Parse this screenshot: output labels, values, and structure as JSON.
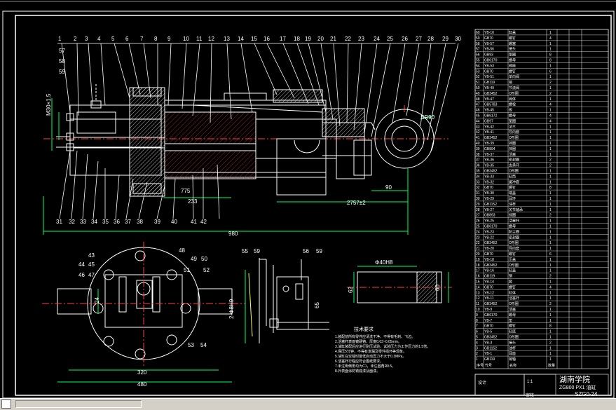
{
  "partNumbersTop": [
    "1",
    "2",
    "3",
    "4",
    "5",
    "6",
    "7",
    "8",
    "9",
    "10",
    "11",
    "12",
    "13",
    "14",
    "15",
    "16",
    "17",
    "18",
    "19",
    "20",
    "21",
    "22",
    "23",
    "24",
    "25",
    "26",
    "27",
    "28",
    "29",
    "30"
  ],
  "partNumbersLeft": [
    "57",
    "58",
    "59"
  ],
  "partNumbersBottom": [
    "31",
    "32",
    "33",
    "34",
    "35",
    "36",
    "37",
    "38",
    "39",
    "40",
    "41",
    "42"
  ],
  "dims": {
    "sr": "SR90",
    "overall": "980",
    "stroke": "2757±2",
    "d233": "233",
    "d775": "775",
    "d90": "90",
    "w480": "480",
    "w320": "320",
    "d24": "24",
    "h62": "62",
    "phi40": "Φ40H8",
    "m30": "M30×1.5",
    "phi2": "2-Φ8H9",
    "d65": "65",
    "d60": "60"
  },
  "flangeLabels": [
    "43",
    "44",
    "45",
    "46",
    "47",
    "48",
    "49",
    "50",
    "51",
    "52",
    "53",
    "54"
  ],
  "sideLabels": [
    "55",
    "59",
    "56",
    "59"
  ],
  "techTitle": "技术要求",
  "techLines": [
    "1.装配前所有零件应清洗干净，不得有毛刺、飞边。",
    "2.活塞杆表面镀硬铬，厚度0.03~0.05mm。",
    "3.油缸装配后应进行耐压试验，试验压力为工作压力的1.5倍。",
    "4.保压5分钟，不得有渗漏及零件损坏等现象。",
    "5.油缸在空载时最低启动压力不大于0.3MPa。",
    "6.活塞杆行程应符合图纸要求。",
    "7.未注明倒角均为C1，未注圆角R0.5。",
    "8.外表面涂防锈底漆及面漆。"
  ],
  "bom": {
    "rows": [
      [
        "60",
        "YB-10",
        "缸盖",
        "1"
      ],
      [
        "59",
        "GB70",
        "螺钉",
        "4"
      ],
      [
        "58",
        "YB-57",
        "螺塞",
        "1"
      ],
      [
        "57",
        "YB-56",
        "接头",
        "1"
      ],
      [
        "56",
        "GB93",
        "垫圈",
        "8"
      ],
      [
        "55",
        "GB6170",
        "螺母",
        "8"
      ],
      [
        "54",
        "YB-53",
        "阀座",
        "1"
      ],
      [
        "53",
        "GB70",
        "螺钉",
        "6"
      ],
      [
        "52",
        "YB-51",
        "单向阀",
        "1"
      ],
      [
        "51",
        "GB119",
        "销",
        "2"
      ],
      [
        "50",
        "YB-49",
        "节流阀",
        "1"
      ],
      [
        "49",
        "GB3452",
        "O形圈",
        "2"
      ],
      [
        "48",
        "YB-47",
        "阀体",
        "1"
      ],
      [
        "47",
        "GB5783",
        "螺栓",
        "4"
      ],
      [
        "46",
        "YB-45",
        "板",
        "1"
      ],
      [
        "45",
        "GB6172",
        "螺母",
        "4"
      ],
      [
        "44",
        "GB97",
        "垫圈",
        "4"
      ],
      [
        "43",
        "YB-42",
        "法兰",
        "1"
      ],
      [
        "42",
        "YB-41",
        "导向套",
        "1"
      ],
      [
        "41",
        "GB3452",
        "O形圈",
        "1"
      ],
      [
        "40",
        "YB-39",
        "挡圈",
        "1"
      ],
      [
        "39",
        "GB894",
        "挡圈",
        "1"
      ],
      [
        "38",
        "YB-37",
        "活塞",
        "1"
      ],
      [
        "37",
        "YB-36",
        "密封圈",
        "2"
      ],
      [
        "36",
        "YB-35",
        "支承环",
        "2"
      ],
      [
        "35",
        "GB3452",
        "O形圈",
        "1"
      ],
      [
        "34",
        "YB-33",
        "缸筒",
        "1"
      ],
      [
        "33",
        "YB-32",
        "缓冲套",
        "1"
      ],
      [
        "32",
        "GB70",
        "螺钉",
        "8"
      ],
      [
        "31",
        "YB-30",
        "端盖",
        "1"
      ],
      [
        "30",
        "YB-29",
        "耳环",
        "1"
      ],
      [
        "29",
        "GB1152",
        "油杯",
        "1"
      ],
      [
        "28",
        "YB-27",
        "关节轴承",
        "1"
      ],
      [
        "27",
        "GB893",
        "挡圈",
        "2"
      ],
      [
        "26",
        "YB-25",
        "活塞杆",
        "1"
      ],
      [
        "25",
        "GB6170",
        "螺母",
        "1"
      ],
      [
        "24",
        "YB-23",
        "防尘圈",
        "1"
      ],
      [
        "23",
        "YB-22",
        "密封圈",
        "1"
      ],
      [
        "22",
        "GB3452",
        "O形圈",
        "1"
      ],
      [
        "21",
        "YB-20",
        "导向套",
        "1"
      ],
      [
        "20",
        "GB70",
        "螺钉",
        "6"
      ],
      [
        "19",
        "YB-18",
        "压盖",
        "1"
      ],
      [
        "18",
        "GB3452",
        "O形圈",
        "1"
      ],
      [
        "17",
        "YB-16",
        "缸盖",
        "1"
      ],
      [
        "16",
        "GB119",
        "销",
        "2"
      ],
      [
        "15",
        "YB-14",
        "套",
        "1"
      ],
      [
        "14",
        "GB70",
        "螺钉",
        "4"
      ],
      [
        "13",
        "YB-12",
        "缸体",
        "1"
      ],
      [
        "12",
        "YB-11",
        "活塞杆",
        "1"
      ],
      [
        "11",
        "GB3452",
        "O形圈",
        "2"
      ],
      [
        "10",
        "YB-9",
        "活塞",
        "1"
      ],
      [
        "9",
        "GB6170",
        "螺母",
        "1"
      ],
      [
        "8",
        "YB-7",
        "垫",
        "1"
      ],
      [
        "7",
        "GB70",
        "螺钉",
        "8"
      ],
      [
        "6",
        "YB-5",
        "缸底",
        "1"
      ],
      [
        "5",
        "GB3452",
        "O形圈",
        "1"
      ],
      [
        "4",
        "YB-3",
        "接头",
        "2"
      ],
      [
        "3",
        "GB1152",
        "油杯",
        "1"
      ],
      [
        "2",
        "YB-1",
        "耳座",
        "1"
      ],
      [
        "1",
        "GB119",
        "销轴",
        "1"
      ]
    ],
    "header": [
      "序号",
      "代号",
      "名称",
      "数量"
    ],
    "titleBlock": {
      "company": "湖南学院",
      "drawingName": "ZG800 PX1 油缸",
      "drawingNo": "SZG0-24",
      "scale": "1:1",
      "designer": "设计",
      "checker": "审核"
    }
  }
}
